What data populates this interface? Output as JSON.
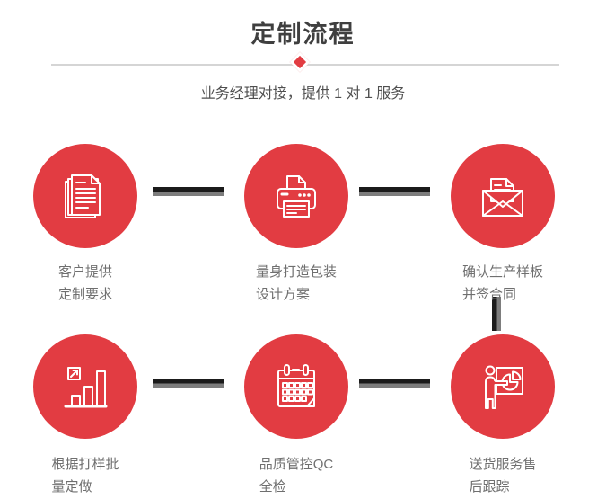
{
  "header": {
    "title": "定制流程",
    "subtitle": "业务经理对接，提供 1 对 1 服务"
  },
  "colors": {
    "accent_red": "#E23C42",
    "title_text": "#3F3F3F",
    "subtitle_text": "#4F4F4F",
    "label_text": "#6F6F6F",
    "connector_dark": "#1B1B1B",
    "connector_gray": "#7D7D7D",
    "divider_line": "#D5D5D5",
    "icon_stroke": "#FFFFFF"
  },
  "steps": [
    {
      "icon": "documents-icon",
      "label": "客户提供\n定制要求"
    },
    {
      "icon": "printer-icon",
      "label": "量身打造包装\n设计方案"
    },
    {
      "icon": "envelope-icon",
      "label": "确认生产样板\n并签合同"
    },
    {
      "icon": "bar-chart-icon",
      "label": "根据打样批\n量定做"
    },
    {
      "icon": "calendar-icon",
      "label": "品质管控QC\n全检"
    },
    {
      "icon": "presentation-icon",
      "label": "送货服务售\n后跟踪"
    }
  ]
}
